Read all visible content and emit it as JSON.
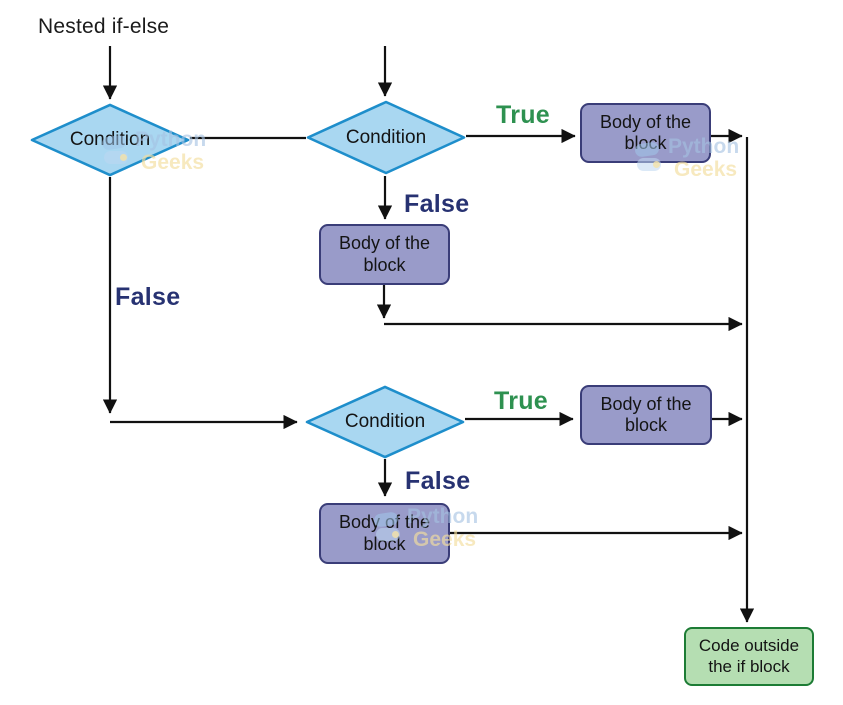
{
  "diagram": {
    "title": "Nested if-else",
    "nodes": [
      {
        "id": "condition-outer",
        "type": "decision",
        "label": "Condition"
      },
      {
        "id": "condition-nested-top",
        "type": "decision",
        "label": "Condition"
      },
      {
        "id": "body-true-top",
        "type": "process",
        "label": "Body of the block"
      },
      {
        "id": "body-false-top",
        "type": "process",
        "label": "Body of the block"
      },
      {
        "id": "condition-nested-bottom",
        "type": "decision",
        "label": "Condition"
      },
      {
        "id": "body-true-bottom",
        "type": "process",
        "label": "Body of the block"
      },
      {
        "id": "body-false-bottom",
        "type": "process",
        "label": "Body of the block"
      },
      {
        "id": "code-outside",
        "type": "terminator",
        "label": "Code outside the if block"
      }
    ],
    "edge_labels": [
      {
        "id": "true-top",
        "text": "True"
      },
      {
        "id": "false-top",
        "text": "False"
      },
      {
        "id": "false-outer",
        "text": "False"
      },
      {
        "id": "true-bottom",
        "text": "True"
      },
      {
        "id": "false-bottom",
        "text": "False"
      }
    ]
  },
  "watermark": {
    "line1": "Python",
    "line2": "Geeks"
  },
  "colors": {
    "decision-fill": "#a9d7f1",
    "decision-stroke": "#1e8ecb",
    "process-fill": "#999bc9",
    "process-stroke": "#3a3d78",
    "terminal-fill": "#b5deb2",
    "terminal-stroke": "#1d7c35",
    "true-label": "#2e9150",
    "false-label": "#273272",
    "connector": "#111111"
  }
}
